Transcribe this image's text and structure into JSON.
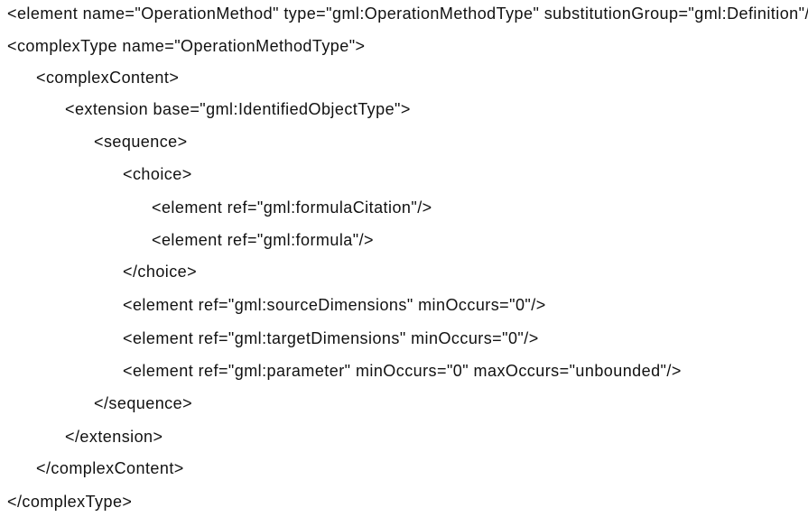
{
  "lines": [
    "<element name=\"OperationMethod\" type=\"gml:OperationMethodType\" substitutionGroup=\"gml:Definition\"/>",
    "<complexType name=\"OperationMethodType\">",
    "<complexContent>",
    "<extension base=\"gml:IdentifiedObjectType\">",
    "<sequence>",
    "<choice>",
    "<element ref=\"gml:formulaCitation\"/>",
    "<element ref=\"gml:formula\"/>",
    "</choice>",
    "<element ref=\"gml:sourceDimensions\" minOccurs=\"0\"/>",
    "<element ref=\"gml:targetDimensions\" minOccurs=\"0\"/>",
    "<element ref=\"gml:parameter\" minOccurs=\"0\" maxOccurs=\"unbounded\"/>",
    "</sequence>",
    "</extension>",
    "</complexContent>",
    "</complexType>"
  ]
}
